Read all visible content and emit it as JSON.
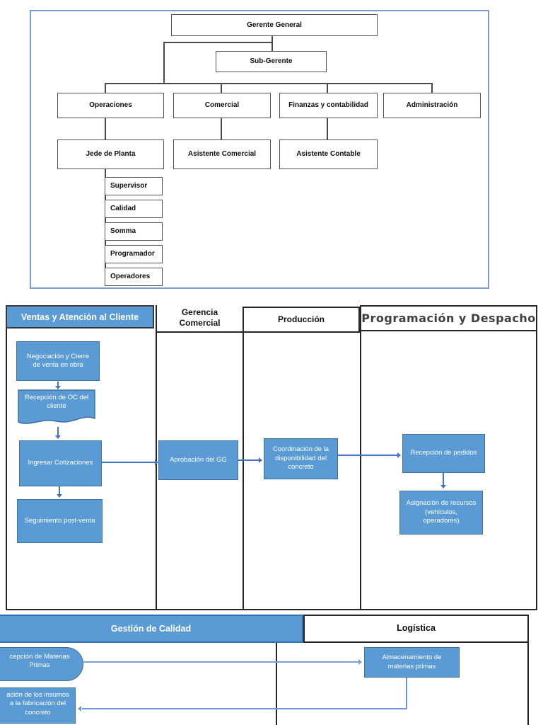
{
  "colors": {
    "shape_fill": "#5b9bd5",
    "shape_border": "#41719c",
    "arrow": "#4472c4",
    "lane_line": "#262626",
    "org_border": "#7a9ad0"
  },
  "org_chart": {
    "gerente_general": "Gerente General",
    "sub_gerente": "Sub-Gerente",
    "operaciones": "Operaciones",
    "comercial": "Comercial",
    "finanzas": "Finanzas y contabilidad",
    "administracion": "Administración",
    "jefe_planta": "Jede de Planta",
    "asistente_comercial": "Asistente Comercial",
    "asistente_contable": "Asistente Contable",
    "plant_team": [
      "Supervisor",
      "Calidad",
      "Somma",
      "Programador",
      "Operadores"
    ]
  },
  "process_map": {
    "lane_headers": {
      "ventas": "Ventas y Atención al Cliente",
      "gerencia": "Gerencia\nComercial",
      "produccion": "Producción",
      "programacion": "Programación y Despacho"
    },
    "steps": {
      "negociacion": "Negociación y Cierre\nde venta en obra",
      "recepcion_oc": "Recepción de OC del\ncliente",
      "ingresar": "Ingresar Cotizaciones",
      "seguimiento": "Seguimiento post-venta",
      "aprobacion": "Aprobación del GG",
      "coordinacion": "Coordinación de la\ndisponibilidad del\nconcreto",
      "recepcion_pedidos": "Recepción de pedidos",
      "asignacion": "Asignación de recursos\n(vehículos,\noperadores)"
    }
  },
  "quality_map": {
    "lane_headers": {
      "gestion": "Gestión de Calidad",
      "logistica": "Logística"
    },
    "steps": {
      "recepcion_mp": "cepción de Materias\nPrimas",
      "almacenamiento": "Almacenamiento de\nmaterias primas",
      "insumos": "ación de los insumos\na la fabricación del\nconcreto"
    }
  }
}
